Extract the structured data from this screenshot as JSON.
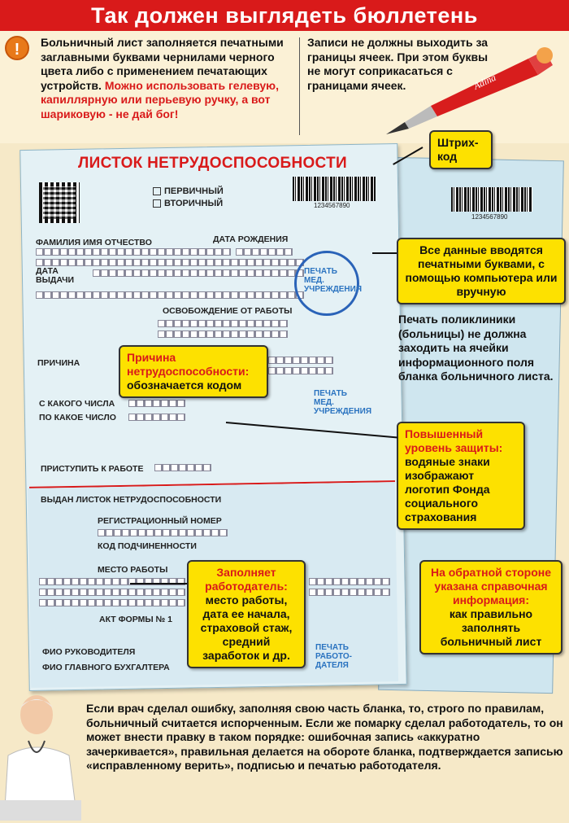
{
  "title": "Так должен выглядеть бюллетень",
  "intro": {
    "icon": "warning-icon",
    "text_black": "Больничный лист заполняется печатными заглавными буквами чернилами черного цвета либо с применением печатающих устройств.",
    "text_red": "Можно использовать гелевую, капиллярную или перьевую ручку, а вот шариковую - не дай бог!",
    "right_text": "Записи не должны выходить за границы ячеек. При этом буквы не могут соприкасаться с границами ячеек.",
    "pen_label": "Adina"
  },
  "form": {
    "title": "ЛИСТОК НЕТРУДОСПОСОБНОСТИ",
    "primary": "ПЕРВИЧНЫЙ",
    "secondary": "ВТОРИЧНЫЙ",
    "barcode_number": "1234567890",
    "barcode_number2": "1234567890",
    "fio": "ФАМИЛИЯ ИМЯ ОТЧЕСТВО",
    "birth_date": "ДАТА РОЖДЕНИЯ",
    "issue_date": "ДАТА\nВЫДАЧИ",
    "stamp1": "ПЕЧАТЬ\nМЕД.\nУЧРЕЖДЕНИЯ",
    "release": "ОСВОБОЖДЕНИЕ ОТ РАБОТЫ",
    "reason": "ПРИЧИНА",
    "from_date": "С КАКОГО ЧИСЛА",
    "to_date": "ПО КАКОЕ ЧИСЛО",
    "stamp2": "ПЕЧАТЬ\nМЕД.\nУЧРЕЖДЕНИЯ",
    "return_to_work": "ПРИСТУПИТЬ К РАБОТЕ",
    "issued": "ВЫДАН ЛИСТОК НЕТРУДОСПОСОБНОСТИ",
    "reg_number": "РЕГИСТРАЦИОННЫЙ НОМЕР",
    "subordination": "КОД ПОДЧИНЕННОСТИ",
    "workplace": "МЕСТО РАБОТЫ",
    "act": "АКТ ФОРМЫ № 1",
    "head_name": "ФИО РУКОВОДИТЕЛЯ",
    "accountant_name": "ФИО ГЛАВНОГО БУХГАЛТЕРА",
    "stamp3": "ПЕЧАТЬ\nРАБОТО-\nДАТЕЛЯ"
  },
  "callouts": {
    "barcode": "Штрих-\nкод",
    "printed": "Все данные вводятся печатными буквами, с помощью компьютера или вручную",
    "clinic_stamp": "Печать поликлиники (больницы) не должна заходить на ячейки информационного поля бланка больничного листа.",
    "reason_red": "Причина нетрудоспособности:",
    "reason_black": "обозначается кодом",
    "security_red": "Повышенный уровень защиты:",
    "security_black": "водяные знаки изображают логотип Фонда социального страхования",
    "employer_red": "Заполняет работодатель:",
    "employer_black": "место работы, дата ее начала, страховой стаж, средний заработок и др.",
    "reverse_red": "На обратной стороне указана справочная информация:",
    "reverse_black": "как правильно заполнять больничный лист"
  },
  "bottom_text": "Если врач сделал ошибку, заполняя свою часть бланка, то, строго по правилам, больничный считается испорченным. Если же помарку сделал работодатель, то он может внести правку в таком порядке: ошибочная запись «аккуратно зачеркивается», правильная делается на обороте бланка, подтверждается записью «исправленному верить», подписью и печатью работодателя."
}
